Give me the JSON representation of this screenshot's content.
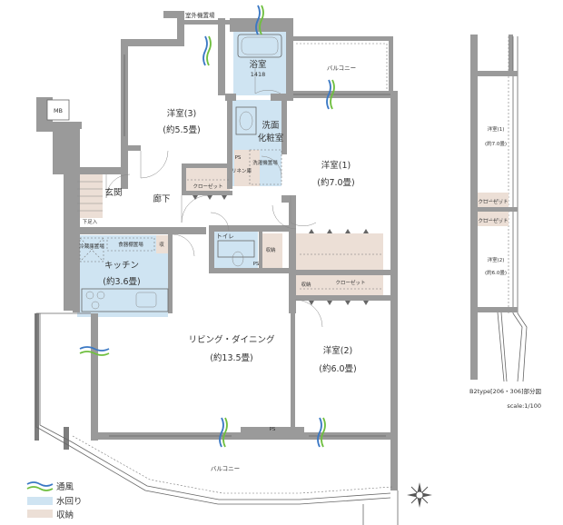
{
  "rooms": {
    "western3": {
      "name": "洋室(3)",
      "size": "(約5.5畳)"
    },
    "western1": {
      "name": "洋室(1)",
      "size": "(約7.0畳)"
    },
    "western2": {
      "name": "洋室(2)",
      "size": "(約6.0畳)"
    },
    "kitchen": {
      "name": "キッチン",
      "size": "(約3.6畳)"
    },
    "living": {
      "name": "リビング・ダイニング",
      "size": "(約13.5畳)"
    },
    "bath": {
      "name": "浴室",
      "size": "1418"
    },
    "washroom": {
      "name": "洗面",
      "name2": "化粧室"
    },
    "entrance": {
      "name": "玄関"
    },
    "hallway": {
      "name": "廊下"
    },
    "toilet": {
      "name": "トイレ"
    }
  },
  "labels": {
    "outdoor_unit": "室外機置場",
    "balcony_top": "バルコニー",
    "balcony_bottom": "バルコニー",
    "mb": "MB",
    "closet1": "クローゼット",
    "closet2": "クローゼット",
    "storage": "収納",
    "storage2": "収納",
    "storage3": "収",
    "pantry": "食器棚置場",
    "fridge": "冷蔵庫置場",
    "washer": "洗濯機置場",
    "linen": "リネン庫",
    "shoe": "下足入",
    "ps1": "PS",
    "ps2": "PS",
    "ps3": "PS"
  },
  "partial": {
    "room1": "洋室(1)",
    "room1_size": "(約7.0畳)",
    "room2": "洋室(2)",
    "room2_size": "(約6.0畳)",
    "closet_a": "クローゼット",
    "closet_b": "クローゼット",
    "caption": "B2type[206・306]部分図",
    "scale": "scale:1/100"
  },
  "legend": [
    {
      "label": "通風",
      "kind": "vent"
    },
    {
      "label": "水回り",
      "color": "#cfe4f2"
    },
    {
      "label": "収納",
      "color": "#ecdfd6"
    }
  ]
}
